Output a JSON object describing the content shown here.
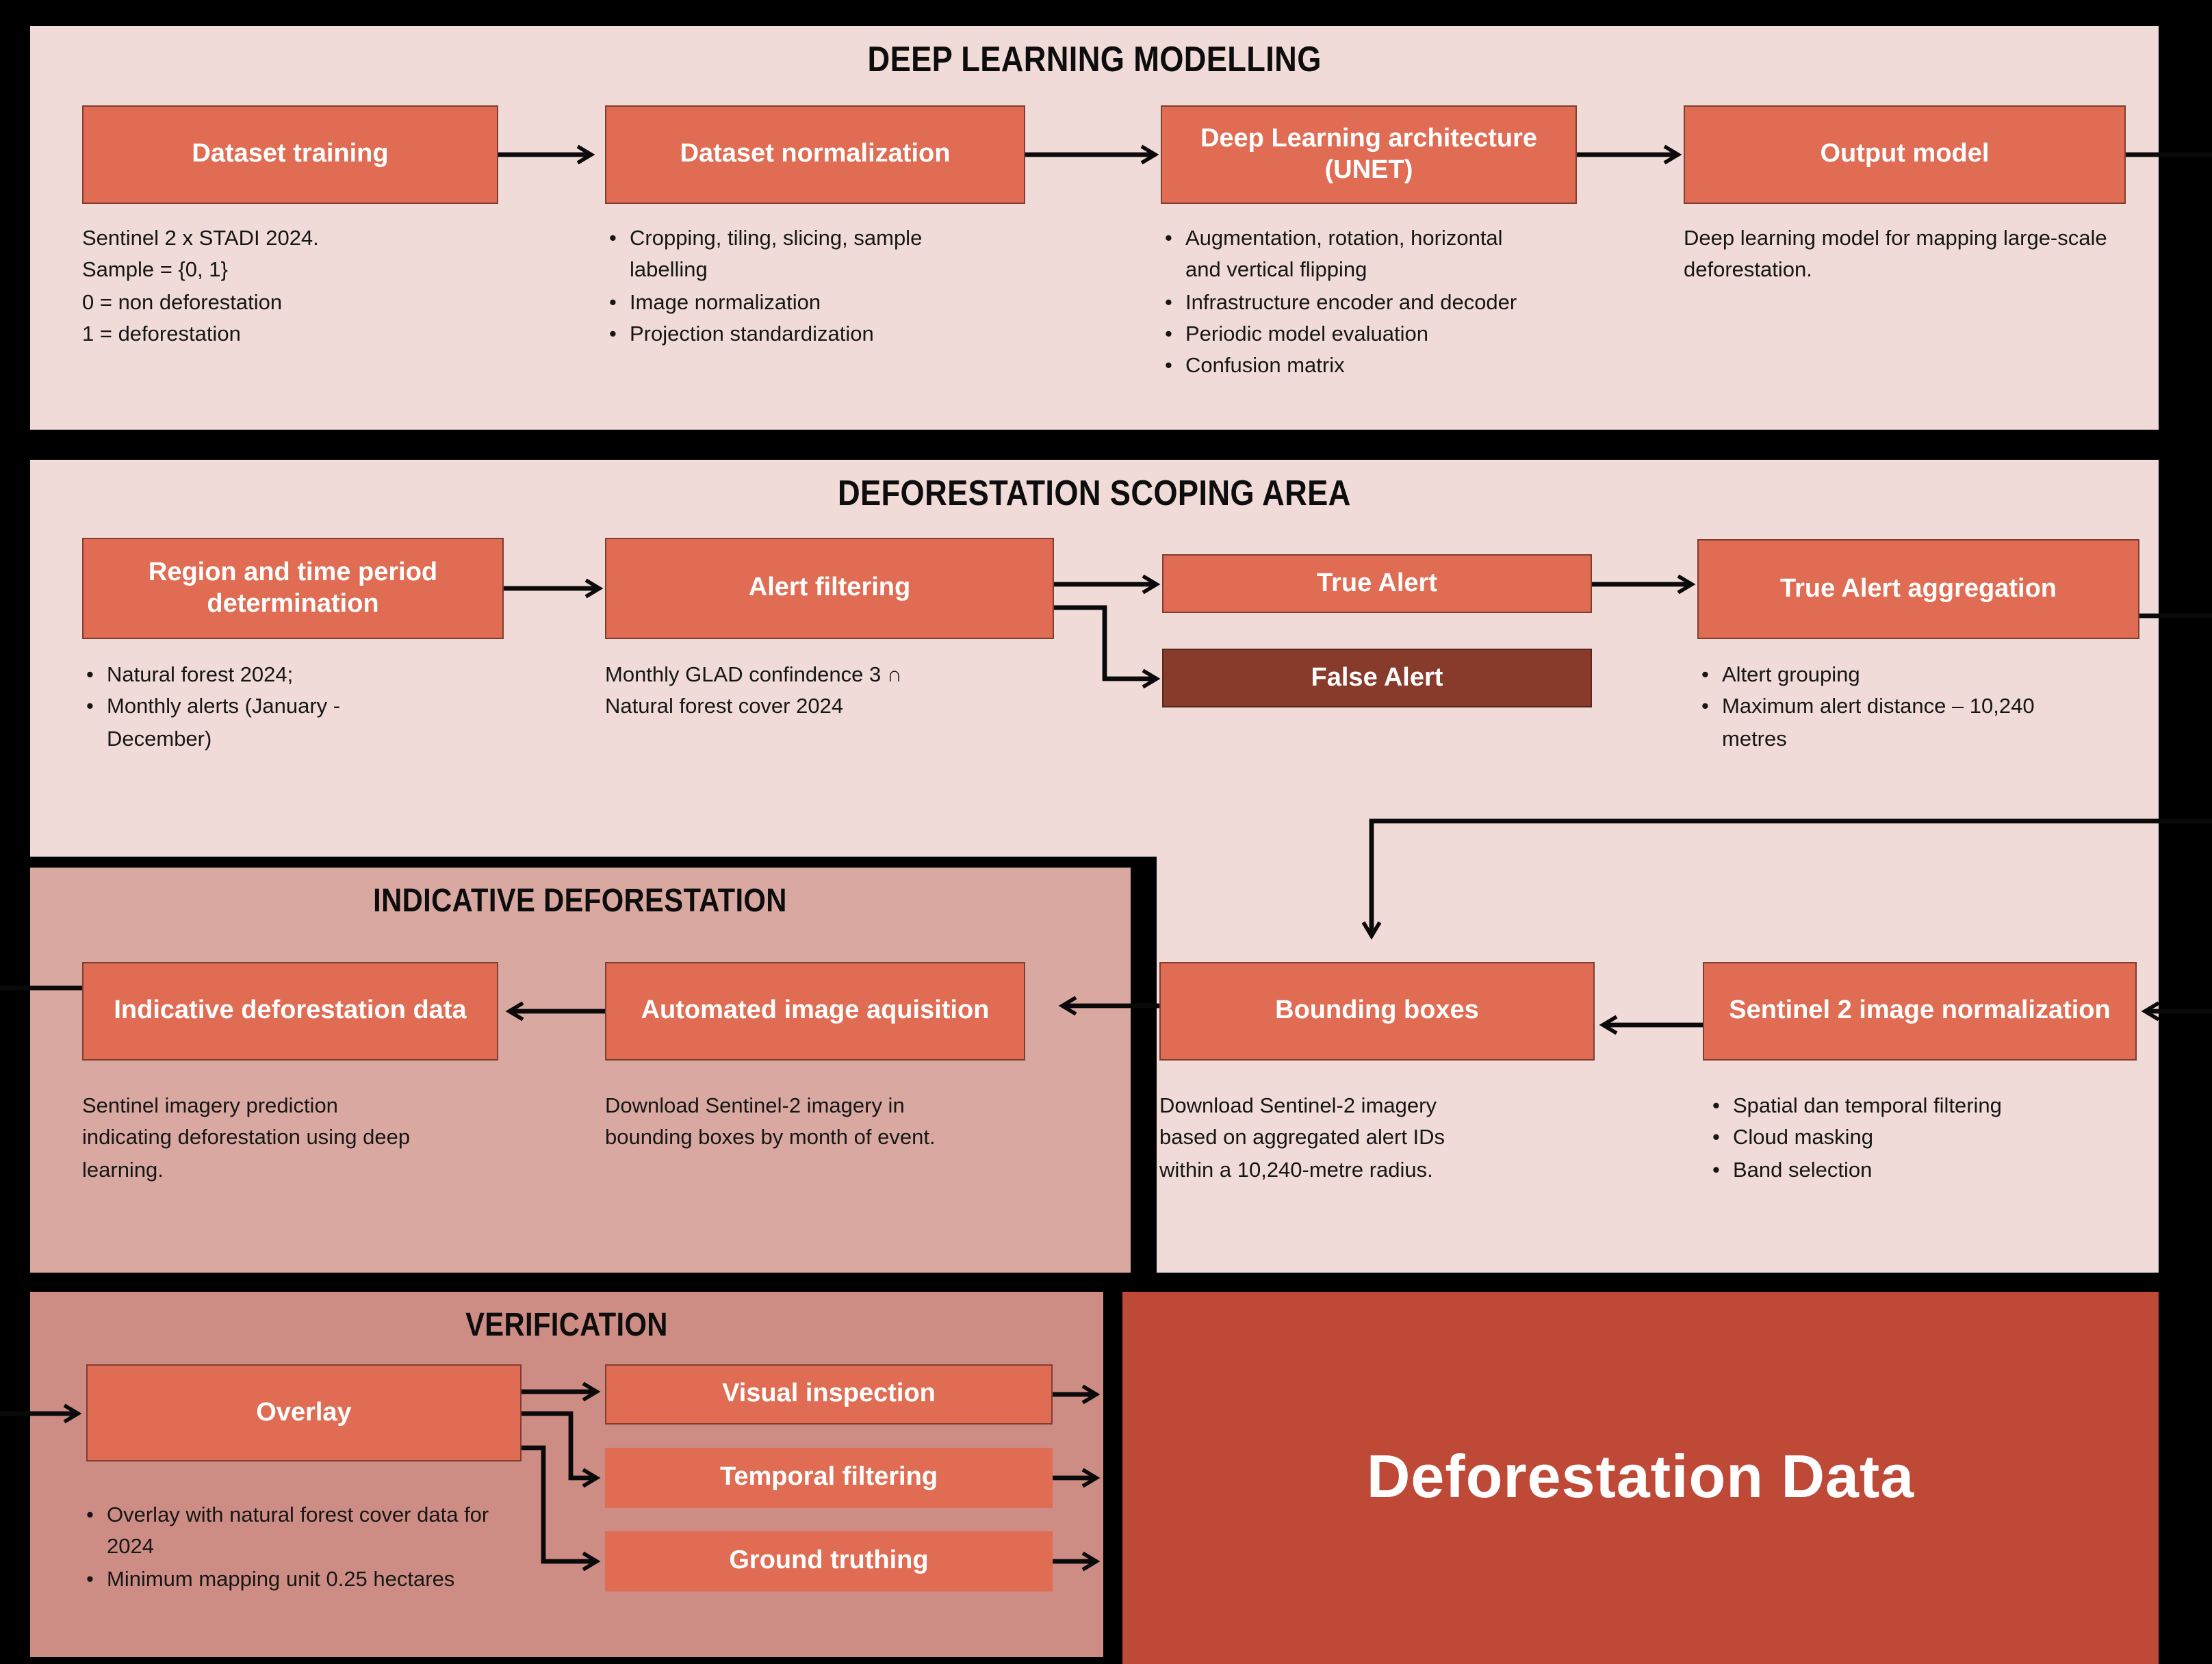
{
  "s1": {
    "title": "DEEP LEARNING MODELLING",
    "boxes": {
      "dataset_training": "Dataset training",
      "dataset_normalization": "Dataset normalization",
      "dl_architecture": "Deep Learning architecture (UNET)",
      "output_model": "Output model"
    },
    "dataset_training_lines": [
      "Sentinel 2 x STADI 2024.",
      "Sample = {0, 1}",
      "0 = non deforestation",
      "1 = deforestation"
    ],
    "dataset_normalization_bullets": [
      "Cropping, tiling, slicing, sample labelling",
      "Image normalization",
      "Projection standardization"
    ],
    "dl_architecture_bullets": [
      "Augmentation, rotation, horizontal and vertical flipping",
      "Infrastructure encoder and decoder",
      "Periodic model evaluation",
      "Confusion matrix"
    ],
    "output_model_note": "Deep learning model for mapping large-scale deforestation."
  },
  "s2": {
    "title": "DEFORESTATION SCOPING AREA",
    "boxes": {
      "region": "Region and time period determination",
      "alert_filtering": "Alert filtering",
      "true_alert": "True Alert",
      "false_alert": "False Alert",
      "true_alert_aggregation": "True Alert aggregation"
    },
    "region_bullets": [
      "Natural forest 2024;",
      "Monthly alerts (January - December)"
    ],
    "alert_filtering_note": "Monthly GLAD confindence 3 ∩ Natural forest cover 2024",
    "aggregation_bullets": [
      "Altert grouping",
      "Maximum alert distance – 10,240 metres"
    ]
  },
  "s3": {
    "title": "INDICATIVE DEFORESTATION",
    "boxes": {
      "indicative_data": "Indicative deforestation data",
      "automated_acquisition": "Automated image aquisition",
      "bounding_boxes": "Bounding boxes",
      "sentinel_normalization": "Sentinel 2 image normalization"
    },
    "indicative_note": "Sentinel imagery prediction indicating deforestation using deep learning.",
    "acquisition_note": "Download Sentinel-2 imagery in bounding boxes by month of event.",
    "bounding_note": "Download Sentinel-2 imagery based on aggregated alert IDs within a 10,240-metre radius.",
    "sentinel_bullets": [
      "Spatial dan temporal filtering",
      "Cloud masking",
      "Band selection"
    ]
  },
  "s4": {
    "title": "VERIFICATION",
    "boxes": {
      "overlay": "Overlay",
      "visual_inspection": "Visual inspection",
      "temporal_filtering": "Temporal filtering",
      "ground_truthing": "Ground truthing"
    },
    "overlay_bullets": [
      "Overlay with natural forest cover data for 2024",
      "Minimum mapping unit 0.25 hectares"
    ],
    "output_label": "Deforestation Data"
  },
  "colors": {
    "background": "#000000",
    "panel_pale_pink": "#f0dbd8",
    "panel_indicative_pink": "#d9a9a1",
    "panel_verification_rose": "#ce8d84",
    "panel_output_red": "#bf4937",
    "node_salmon": "#e06c53",
    "node_false_alert_brown": "#883a2b",
    "connector_black": "#0a0a0a",
    "node_text": "#ffffff"
  }
}
